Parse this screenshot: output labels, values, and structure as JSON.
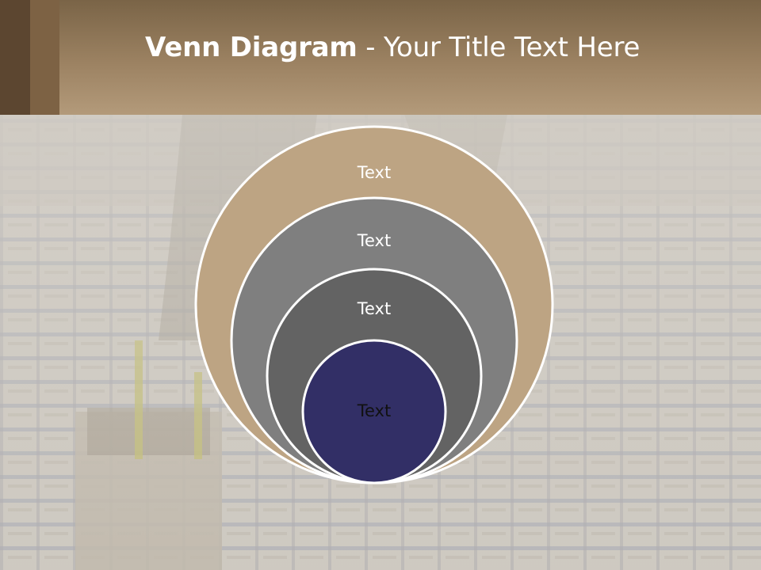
{
  "slide": {
    "title_bold": "Venn Diagram",
    "title_rest": " - Your Title Text Here"
  },
  "diagram": {
    "circles": [
      {
        "label": "Text",
        "fill": "#bda483",
        "text_color": "#ffffff"
      },
      {
        "label": "Text",
        "fill": "#7f7f7f",
        "text_color": "#ffffff"
      },
      {
        "label": "Text",
        "fill": "#636363",
        "text_color": "#ffffff"
      },
      {
        "label": "Text",
        "fill": "#322f66",
        "text_color": "#111111"
      }
    ]
  },
  "colors": {
    "header": "#9c8262",
    "background": "#cfc8bc"
  }
}
